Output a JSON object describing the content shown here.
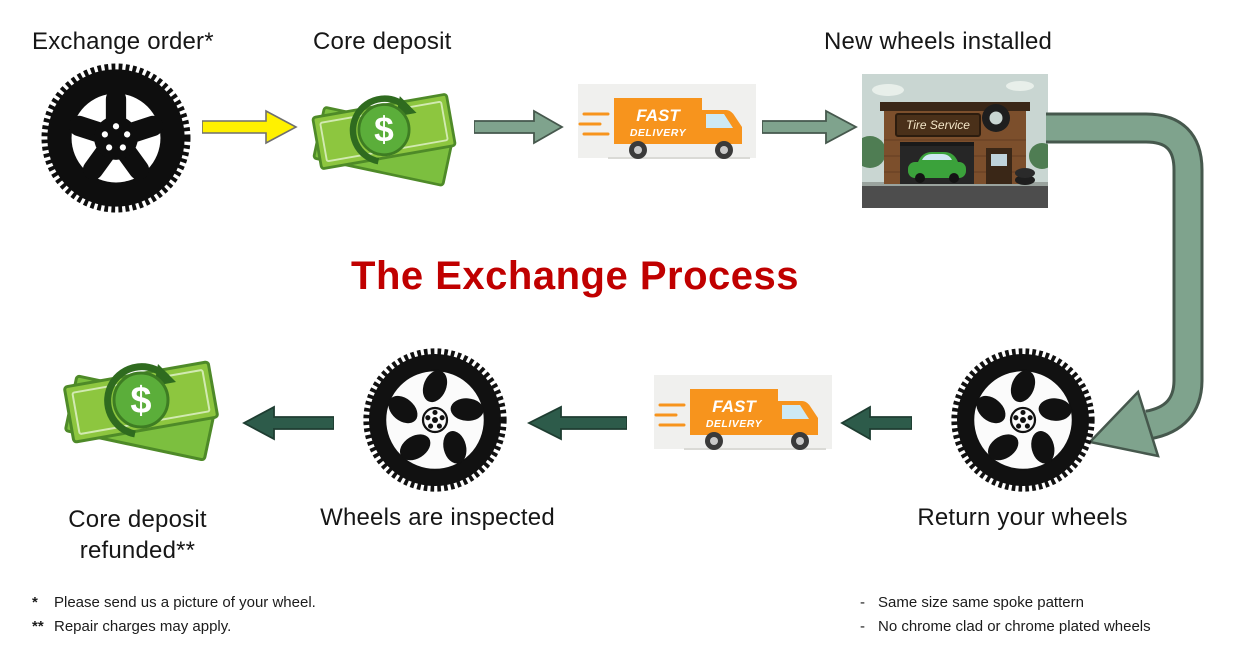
{
  "title": "The Exchange Process",
  "steps": {
    "exchange_order": "Exchange order*",
    "core_deposit": "Core deposit",
    "new_wheels_installed": "New wheels installed",
    "return_your_wheels": "Return your wheels",
    "wheels_are_inspected": "Wheels are inspected",
    "refund_line1": "Core deposit",
    "refund_line2": "refunded**"
  },
  "truck": {
    "line1": "FAST",
    "line2": "DELIVERY"
  },
  "shop_sign": "Tire Service",
  "money_symbol": "$",
  "footnotes_left": [
    {
      "marker": "*",
      "text": "Please send us a picture of your wheel."
    },
    {
      "marker": "**",
      "text": "Repair charges may apply."
    }
  ],
  "footnotes_right": [
    {
      "marker": "-",
      "text": "Same size same spoke pattern"
    },
    {
      "marker": "-",
      "text": "No chrome clad or chrome plated wheels"
    }
  ],
  "colors": {
    "title": "#C00000",
    "arrow_yellow": "#FFF100",
    "arrow_green_light": "#7FA38D",
    "arrow_green_dark": "#2D5B4A",
    "money_green": "#8DC63F",
    "coin_green": "#5BAE3A",
    "truck_orange": "#F7941D",
    "wheel_black": "#0E0E0E"
  }
}
